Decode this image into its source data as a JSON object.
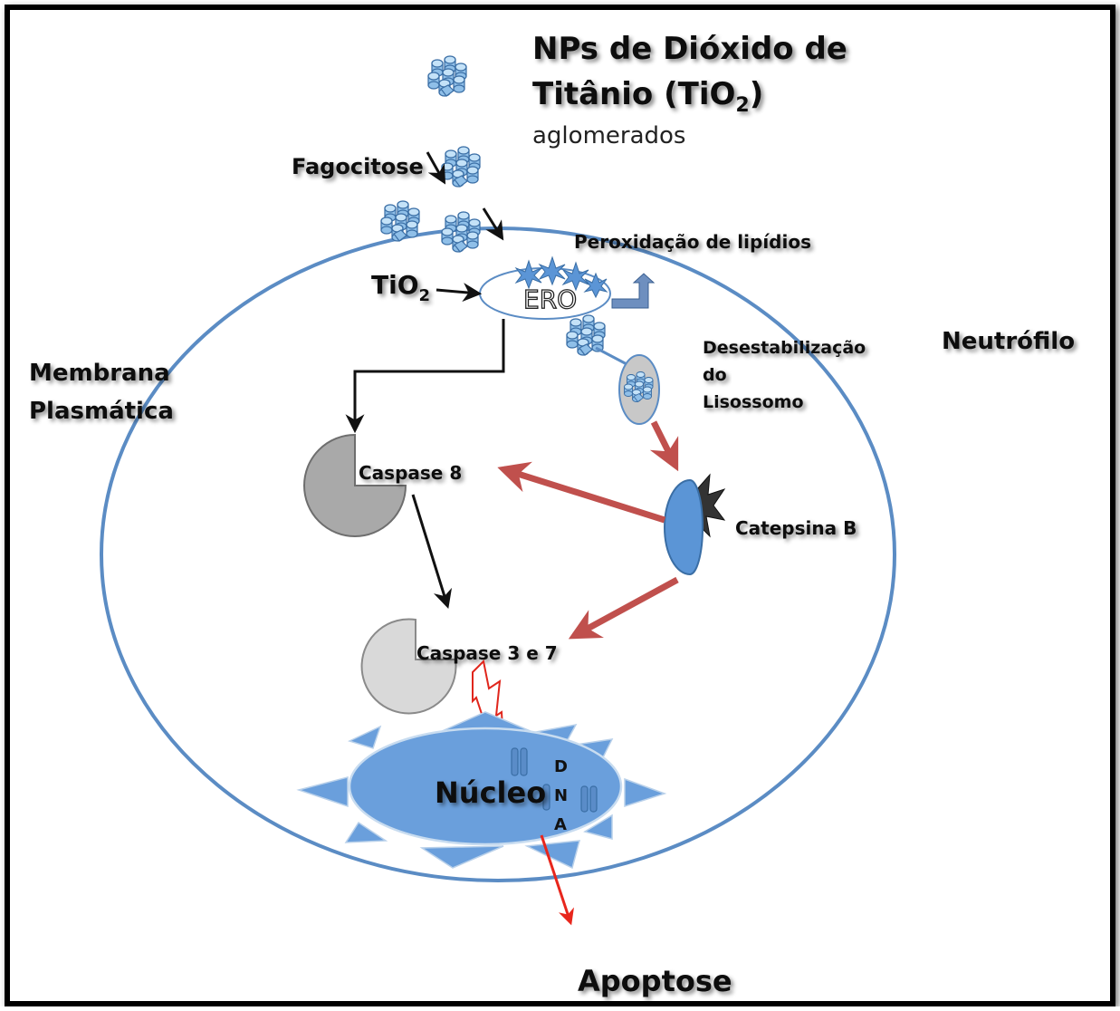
{
  "title": {
    "line1": "NPs de Dióxido de",
    "line2_prefix": "Titânio (TiO",
    "line2_sub": "2",
    "line2_suffix": ")",
    "subtitle": "aglomerados"
  },
  "labels": {
    "fagocitose": "Fagocitose",
    "peroxidacao": "Peroxidação de lipídios",
    "tio2_prefix": "TiO",
    "tio2_sub": "2",
    "ero": "ERO",
    "neutrofilo": "Neutrófilo",
    "membrana_line1": "Membrana",
    "membrana_line2": "Plasmática",
    "desestab_line1": "Desestabilização",
    "desestab_line2": "do",
    "desestab_line3": "Lisossomo",
    "caspase8": "Caspase 8",
    "catepsina": "Catepsina B",
    "caspase37": "Caspase 3 e 7",
    "nucleo": "Núcleo",
    "dna_d": "D",
    "dna_n": "N",
    "dna_a": "A",
    "apoptose": "Apoptose"
  },
  "colors": {
    "membrane": "#5b8cc4",
    "nucleus": "#6a9fdc",
    "nanoparticle": "#8fbfe8",
    "red_arrow": "#c0504d",
    "apoptosis_arrow": "#e8261c",
    "caspase8": "#a9a9a9",
    "caspase37": "#d9d9d9",
    "catepsina": "#5b95d6"
  }
}
